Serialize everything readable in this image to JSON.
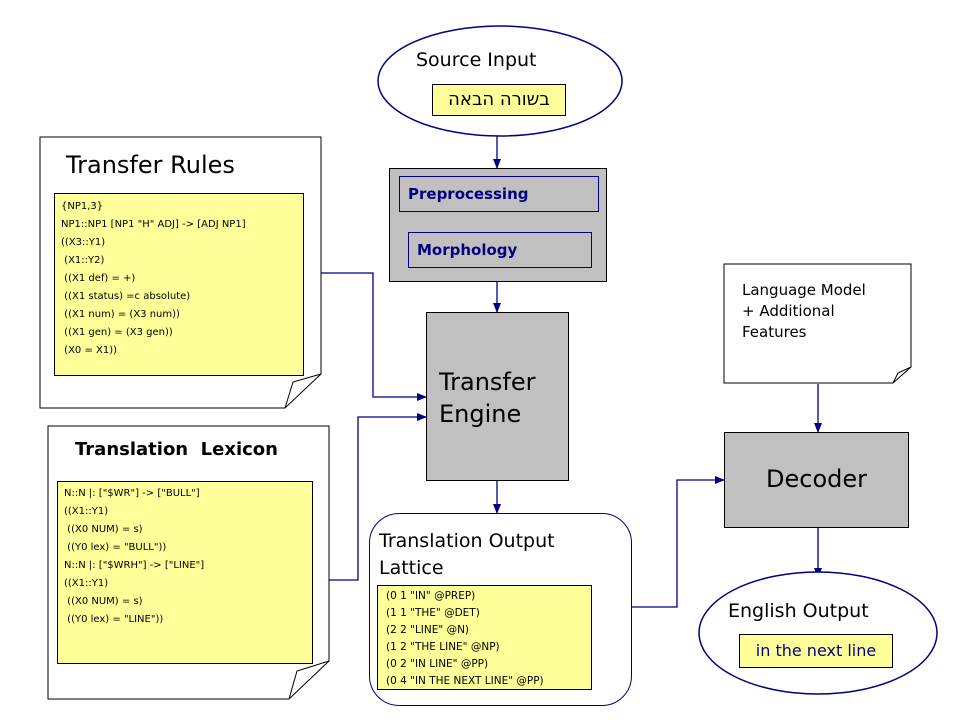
{
  "source_input": {
    "title": "Source Input",
    "text": "בשורה הבאה"
  },
  "preprocessing": {
    "label": "Preprocessing"
  },
  "morphology": {
    "label": "Morphology"
  },
  "transfer_rules": {
    "title": "Transfer Rules",
    "lines": [
      "{NP1,3}",
      "NP1::NP1 [NP1 \"H\" ADJ] -> [ADJ NP1]",
      "((X3::Y1)",
      " (X1::Y2)",
      " ((X1 def) = +)",
      " ((X1 status) =c absolute)",
      " ((X1 num) = (X3 num))",
      " ((X1 gen) = (X3 gen))",
      " (X0 = X1))"
    ]
  },
  "translation_lexicon": {
    "title": "Translation  Lexicon",
    "lines": [
      "N::N |: [\"$WR\"] -> [\"BULL\"]",
      "((X1::Y1)",
      " ((X0 NUM) = s)",
      " ((Y0 lex) = \"BULL\"))",
      "",
      "N::N |: [\"$WRH\"] -> [\"LINE\"]",
      "((X1::Y1)",
      " ((X0 NUM) = s)",
      " ((Y0 lex) = \"LINE\"))"
    ]
  },
  "transfer_engine": {
    "line1": "Transfer",
    "line2": "Engine"
  },
  "language_model": {
    "line1": "Language Model",
    "line2": "+ Additional",
    "line3": "Features"
  },
  "decoder": {
    "label": "Decoder"
  },
  "lattice": {
    "title_line1": "Translation Output",
    "title_line2": "Lattice",
    "lines": [
      "(0 1 \"IN\" @PREP)",
      "(1 1 \"THE\" @DET)",
      "(2 2 \"LINE\" @N)",
      "(1 2 \"THE LINE\" @NP)",
      "(0 2 \"IN LINE\" @PP)",
      "(0 4 \"IN THE NEXT LINE\" @PP)"
    ]
  },
  "english_output": {
    "title": "English Output",
    "text": "in the next line"
  },
  "colors": {
    "yellow": "#ffff99",
    "gray": "#c0c0c0",
    "arrow": "#000080"
  }
}
